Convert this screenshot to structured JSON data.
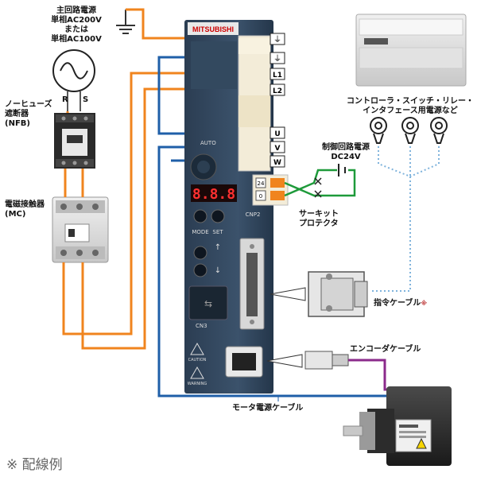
{
  "labels": {
    "main_power_1": "主回路電源",
    "main_power_2": "単相AC200V",
    "main_power_3": "または",
    "main_power_4": "単相AC100V",
    "r": "R",
    "s": "S",
    "nfb_1": "ノーヒューズ",
    "nfb_2": "遮断器",
    "nfb_3": "(NFB)",
    "mc_1": "電磁接触器",
    "mc_2": "(MC)",
    "controller_1": "コントローラ・スイッチ・リレー・",
    "controller_2": "インタフェース用電源など",
    "ctrl_power_1": "制御回路電源",
    "ctrl_power_2": "DC24V",
    "circuit_protector_1": "サーキット",
    "circuit_protector_2": "プロテクタ",
    "command_cable": "指令ケーブル",
    "command_cable_mark": "※",
    "encoder_cable": "エンコーダケーブル",
    "motor_power_cable": "モータ電源ケーブル",
    "footnote": "※ 配線例"
  },
  "amp": {
    "brand": "MITSUBISHI",
    "display": "8.8.8",
    "auto": "AUTO",
    "mode": "MODE",
    "set": "SET",
    "cnp2": "CNP2",
    "cn3": "CN3",
    "caution": "CAUTION",
    "warning": "WARNING",
    "terminals": [
      "L1",
      "L2",
      "U",
      "V",
      "W"
    ],
    "terminal_24": "24",
    "terminal_0": "0"
  },
  "colors": {
    "power_wire": "#f0841e",
    "motor_wire": "#1f5fa8",
    "control_wire": "#1e9a3a",
    "encoder_wire": "#8b2a8b",
    "signal_dotted": "#7fb3dc"
  }
}
